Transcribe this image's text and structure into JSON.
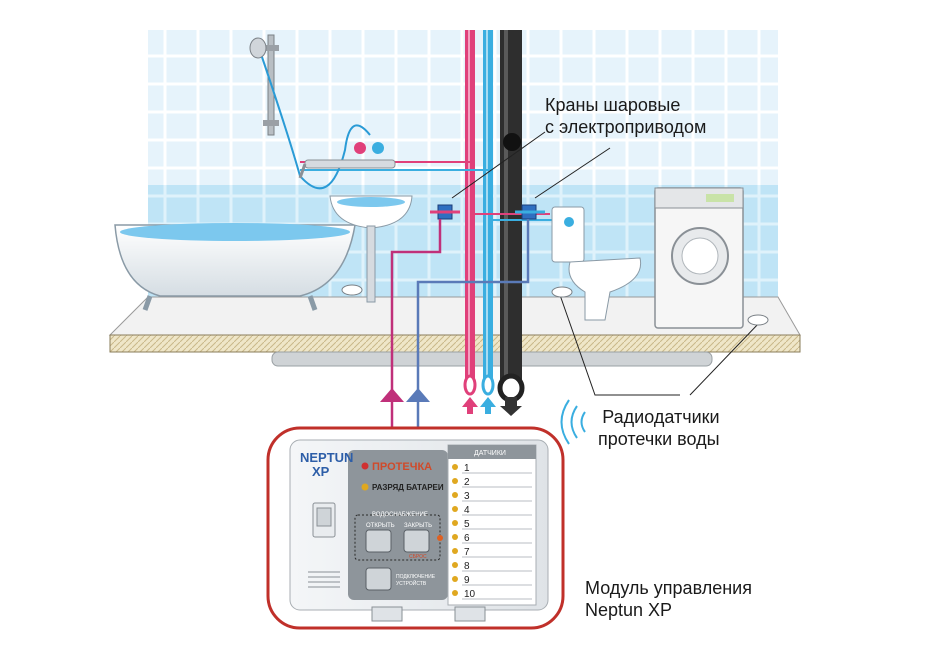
{
  "labels": {
    "valves_line1": "Краны шаровые",
    "valves_line2": "с электроприводом",
    "sensors_line1": "Радиодатчики",
    "sensors_line2": "протечки воды",
    "module_line1": "Модуль управления",
    "module_line2": "Neptun XP"
  },
  "device": {
    "brand_line1": "NEPTUN",
    "brand_line2": "XP",
    "leak": "ПРОТЕЧКА",
    "battery": "РАЗРЯД БАТАРЕИ",
    "water_supply": "ВОДОСНАБЖЕНИЕ",
    "open": "ОТКРЫТЬ",
    "close": "ЗАКРЫТЬ",
    "reset": "СБРОС",
    "connect_line1": "ПОДКЛЮЧЕНИЕ",
    "connect_line2": "УСТРОЙСТВ",
    "sensors_header": "ДАТЧИКИ",
    "sensor_numbers": [
      "1",
      "2",
      "3",
      "4",
      "5",
      "6",
      "7",
      "8",
      "9",
      "10"
    ]
  },
  "colors": {
    "hot_pipe": "#e0407a",
    "cold_pipe": "#3aaee0",
    "drain_pipe": "#2a2a2a",
    "control_wire_hot": "#c0307a",
    "control_wire_cold": "#5a7ab8",
    "module_border": "#c0302a",
    "water": "#7cc8ee",
    "wall_tile": "#dff0fa"
  }
}
